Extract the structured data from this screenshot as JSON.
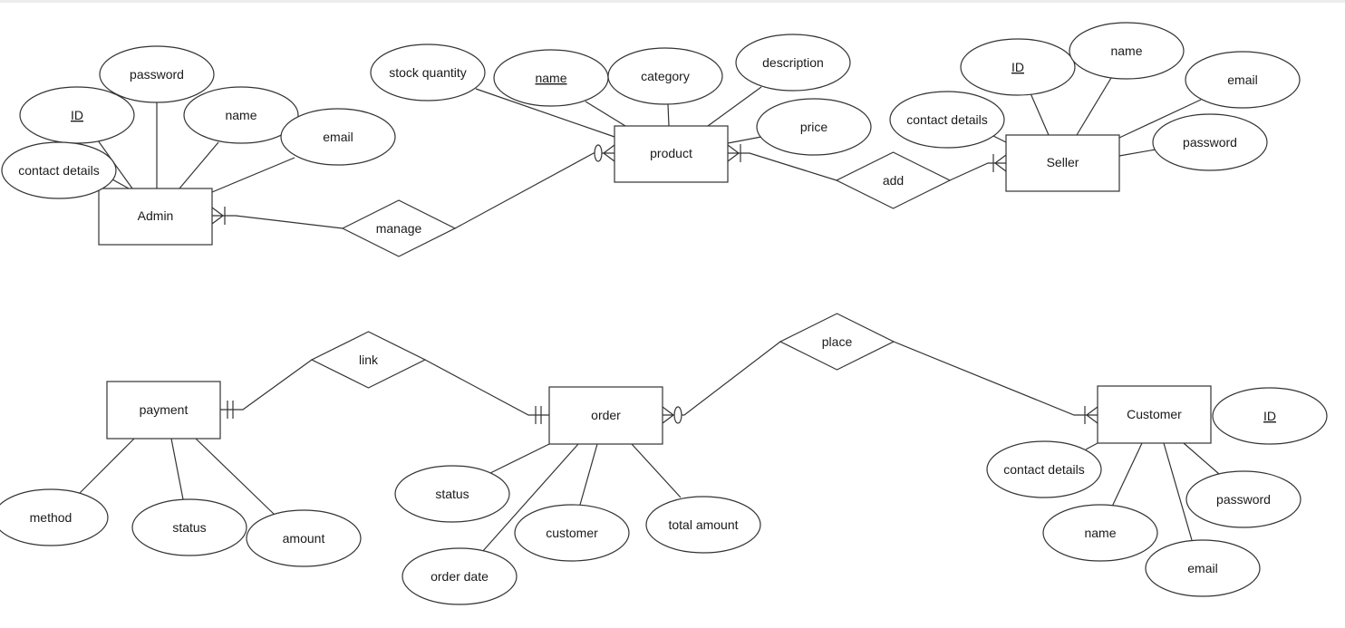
{
  "entities": {
    "admin": "Admin",
    "product": "product",
    "seller": "Seller",
    "payment": "payment",
    "order": "order",
    "customer": "Customer"
  },
  "relationships": {
    "manage": "manage",
    "add": "add",
    "link": "link",
    "place": "place"
  },
  "attributes": {
    "admin": {
      "password": "password",
      "id": "ID",
      "name": "name",
      "email": "email",
      "contact_details": "contact details"
    },
    "product": {
      "stock_quantity": "stock quantity",
      "name": "name",
      "category": "category",
      "description": "description",
      "price": "price"
    },
    "seller": {
      "id": "ID",
      "name": "name",
      "email": "email",
      "contact_details": "contact details",
      "password": "password"
    },
    "payment": {
      "method": "method",
      "status": "status",
      "amount": "amount"
    },
    "order": {
      "status": "status",
      "customer": "customer",
      "total_amount": "total amount",
      "order_date": "order date"
    },
    "customer": {
      "id": "ID",
      "contact_details": "contact details",
      "password": "password",
      "name": "name",
      "email": "email"
    }
  },
  "colors": {
    "stroke": "#333333",
    "fill": "#ffffff",
    "text": "#1a1a1a"
  }
}
